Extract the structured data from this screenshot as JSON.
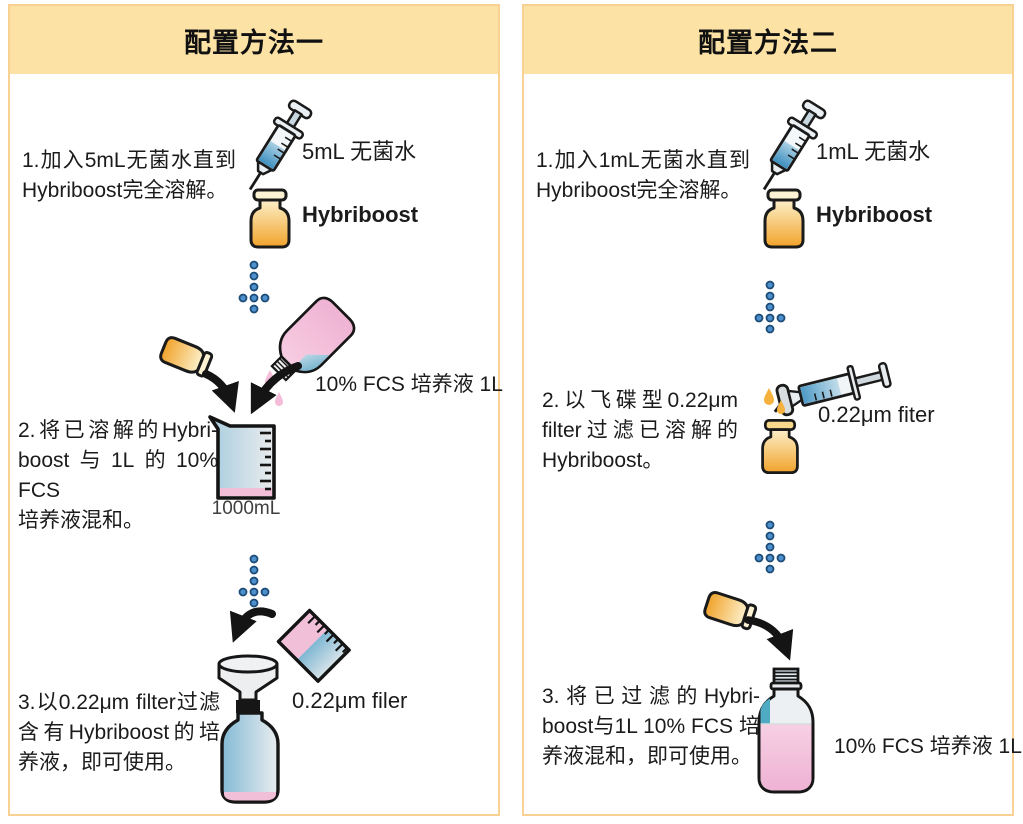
{
  "colors": {
    "header_bg": "#FCE2A4",
    "panel_border": "#F8D193",
    "dot_blue": "#4D90CB",
    "liquid_blue": "#6FB0D2",
    "liquid_pink": "#F2BFD9",
    "amber": "#F2A52E",
    "outline": "#1A1A1A"
  },
  "left": {
    "title": "配置方法一",
    "step1": {
      "line1": "1.加入5mL无菌水直到",
      "line2": "Hybriboost完全溶解。",
      "syringe_label": "5mL 无菌水",
      "vial_label": "Hybriboost"
    },
    "step2": {
      "line1": "2.将已溶解的Hybri-",
      "line2": "boost与1L的10% FCS",
      "line3": "培养液混和。",
      "bottle_label": "10% FCS 培养液 1L",
      "beaker_label": "1000mL"
    },
    "step3": {
      "line1": "3.以0.22μm filter过滤",
      "line2": "含有Hybriboost的培",
      "line3": "养液，即可使用。",
      "filter_label": "0.22μm filer"
    }
  },
  "right": {
    "title": "配置方法二",
    "step1": {
      "line1": "1.加入1mL无菌水直到",
      "line2": "Hybriboost完全溶解。",
      "syringe_label": "1mL 无菌水",
      "vial_label": "Hybriboost"
    },
    "step2": {
      "line1": "2.以飞碟型0.22μm",
      "line2": "filter过滤已溶解的",
      "line3": "Hybriboost。",
      "filter_label": "0.22μm fiter"
    },
    "step3": {
      "line1": "3.将已过滤的Hybri-",
      "line2": "boost与1L 10% FCS 培",
      "line3": "养液混和，即可使用。",
      "bottle_label": "10% FCS 培养液 1L"
    }
  }
}
